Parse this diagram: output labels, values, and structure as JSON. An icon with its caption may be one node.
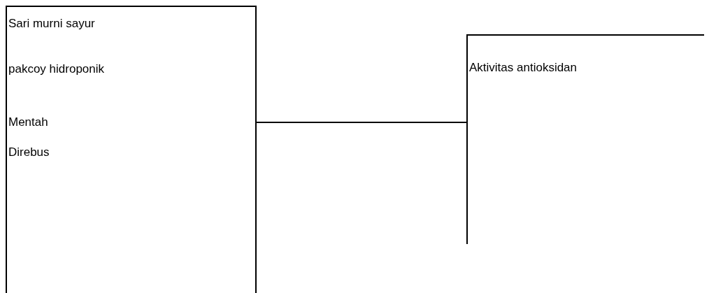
{
  "diagram": {
    "nodes": [
      {
        "text": [
          "Sari murni sayur pakcoy hidroponik",
          "Mentah",
          "Direbus"
        ]
      },
      {
        "text": [
          "Aktivitas antioksidan"
        ]
      }
    ],
    "edges": [
      {
        "from": 0,
        "to": 1,
        "arrow": "none"
      }
    ]
  }
}
